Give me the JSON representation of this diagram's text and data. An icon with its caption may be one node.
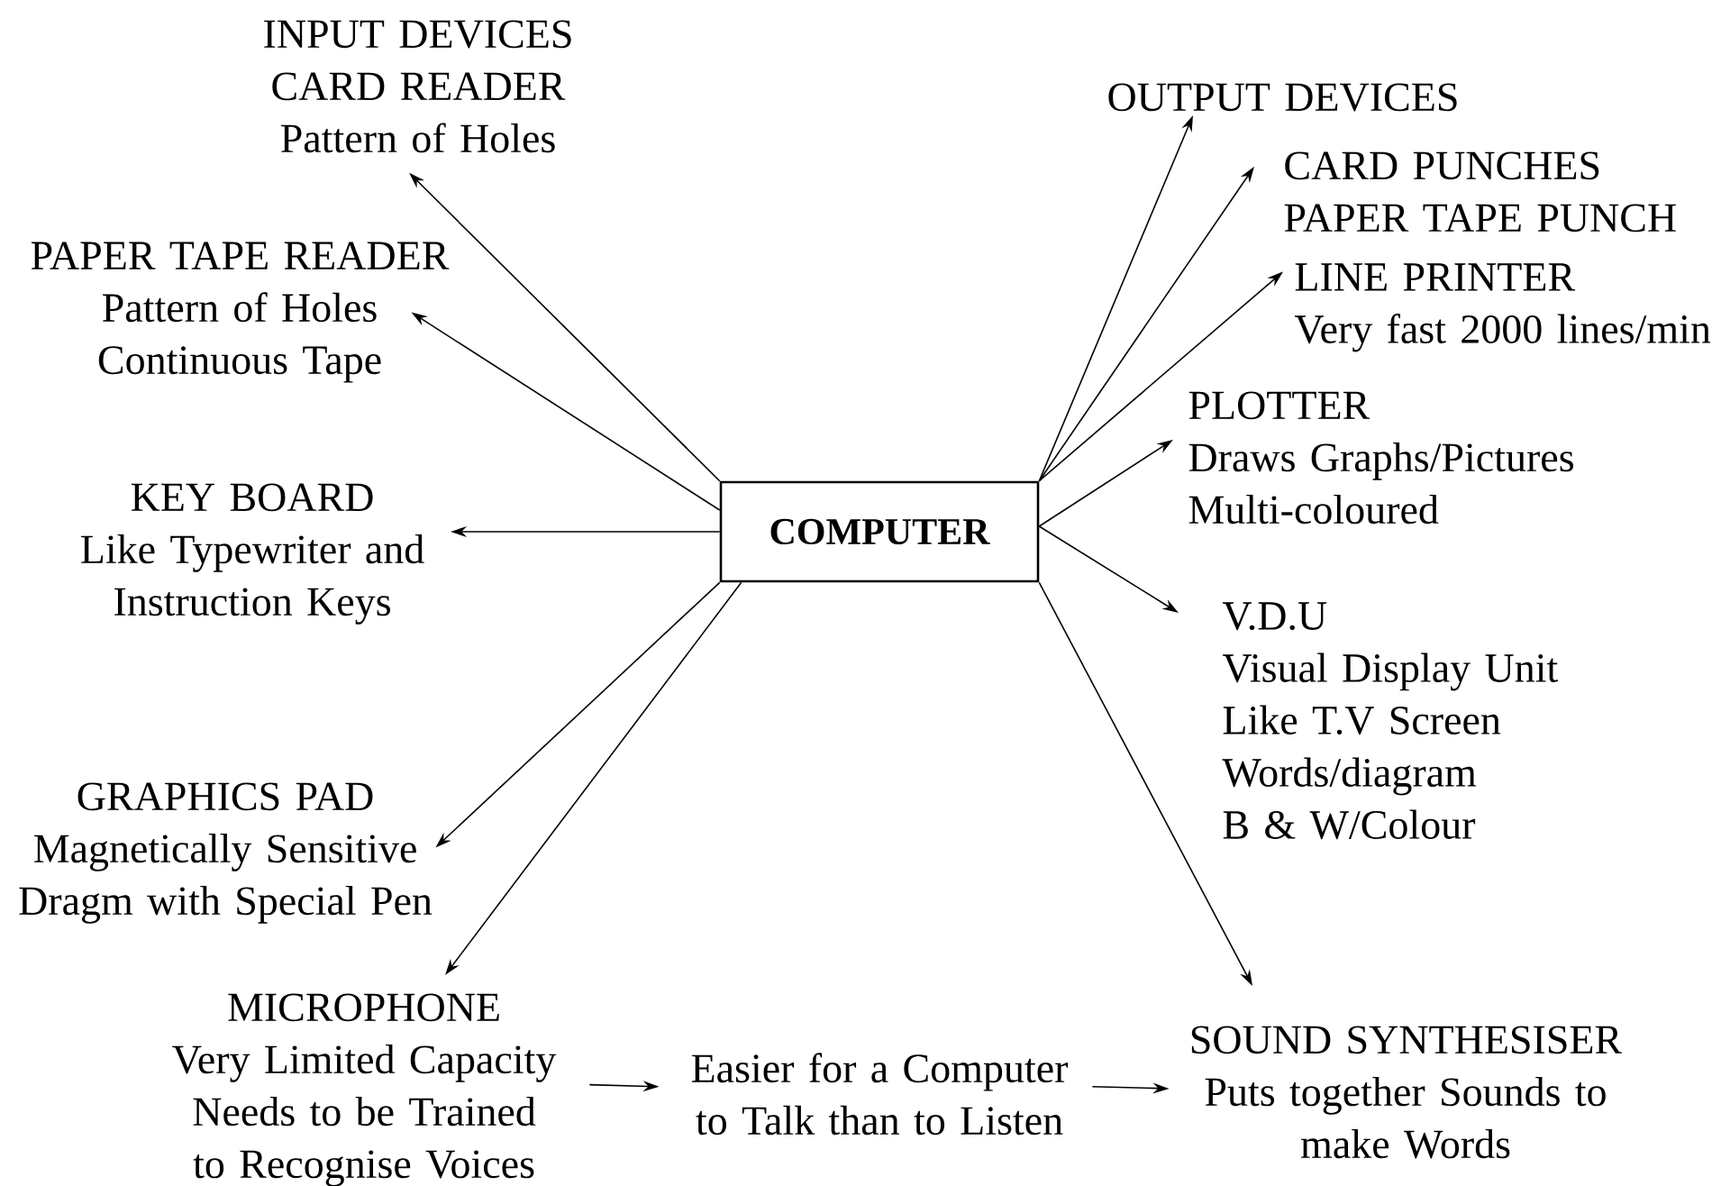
{
  "diagram": {
    "nodes": [
      {
        "text": [
          "COMPUTER"
        ]
      },
      {
        "text": [
          "INPUT DEVICES",
          "CARD READER",
          "Pattern of Holes"
        ]
      },
      {
        "text": [
          "PAPER TAPE READER",
          "Pattern of Holes",
          "Continuous Tape"
        ]
      },
      {
        "text": [
          "KEY BOARD",
          "Like Typewriter and Instruction Keys"
        ]
      },
      {
        "text": [
          "GRAPHICS PAD",
          "Magnetically Sensitive Dragm with Special Pen"
        ]
      },
      {
        "text": [
          "MICROPHONE",
          "Very Limited Capacity",
          "Needs to be Trained to Recognise Voices"
        ]
      },
      {
        "text": [
          "Easier for a Computer to Talk than to Listen"
        ]
      },
      {
        "text": [
          "SOUND SYNTHESISER",
          "Puts together Sounds to make Words"
        ]
      },
      {
        "text": [
          "OUTPUT DEVICES"
        ]
      },
      {
        "text": [
          "CARD PUNCHES",
          "PAPER TAPE PUNCH"
        ]
      },
      {
        "text": [
          "LINE PRINTER",
          "Very fast 2000 lines/min"
        ]
      },
      {
        "text": [
          "PLOTTER",
          "Draws Graphs/Pictures",
          "Multi-coloured"
        ]
      },
      {
        "text": [
          "V.D.U",
          "Visual Display Unit",
          "Like T.V Screen",
          "Words/diagram",
          "B & W/Colour"
        ]
      }
    ],
    "edges": [
      {
        "from": 0,
        "to": 1,
        "arrow": "to"
      },
      {
        "from": 0,
        "to": 2,
        "arrow": "to"
      },
      {
        "from": 0,
        "to": 3,
        "arrow": "to"
      },
      {
        "from": 0,
        "to": 4,
        "arrow": "to"
      },
      {
        "from": 0,
        "to": 5,
        "arrow": "to"
      },
      {
        "from": 0,
        "to": 8,
        "arrow": "to"
      },
      {
        "from": 0,
        "to": 9,
        "arrow": "to"
      },
      {
        "from": 0,
        "to": 10,
        "arrow": "to"
      },
      {
        "from": 0,
        "to": 11,
        "arrow": "to"
      },
      {
        "from": 0,
        "to": 12,
        "arrow": "to"
      },
      {
        "from": 0,
        "to": 7,
        "arrow": "to"
      },
      {
        "from": 5,
        "to": 6,
        "arrow": "to"
      },
      {
        "from": 6,
        "to": 7,
        "arrow": "to"
      }
    ]
  }
}
